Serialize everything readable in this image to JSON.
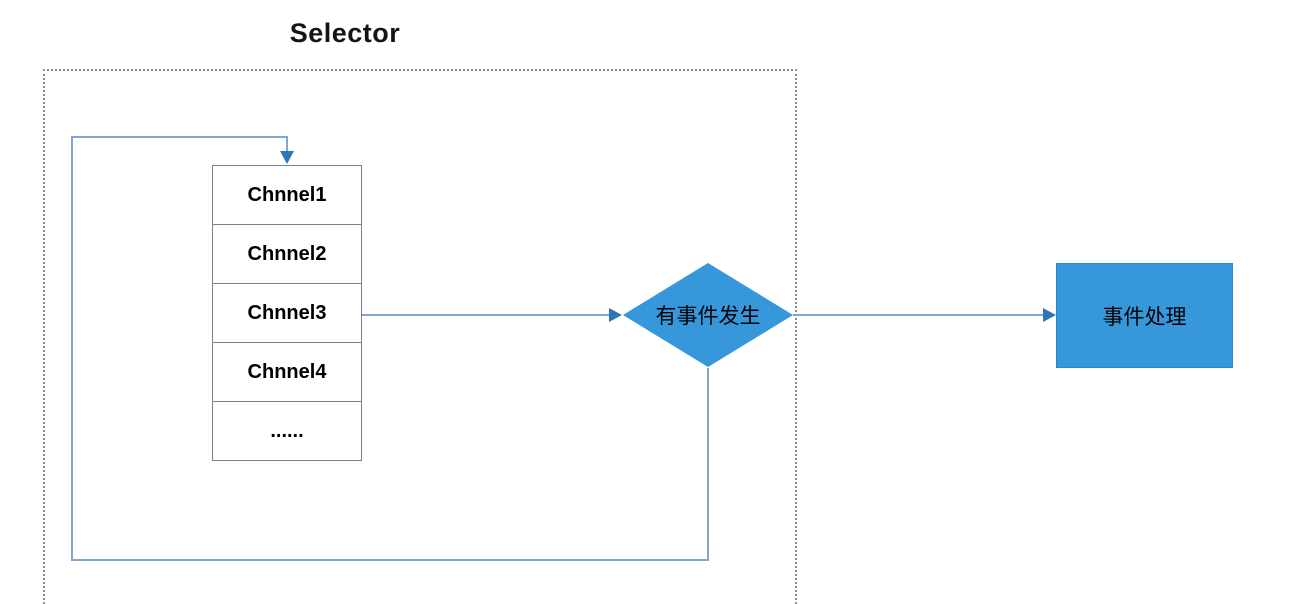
{
  "diagram": {
    "title": "Selector",
    "channel_table": {
      "rows": [
        "Chnnel1",
        "Chnnel2",
        "Chnnel3",
        "Chnnel4",
        "......"
      ]
    },
    "decision": {
      "label": "有事件发生"
    },
    "process": {
      "label": "事件处理"
    },
    "colors": {
      "shape_fill": "#3797db",
      "connector_line": "#7fa7cf",
      "arrowhead": "#2e75b6",
      "cell_border": "#7f7f7f",
      "dotted_border": "#8c8c8c",
      "text": "#000000"
    }
  }
}
